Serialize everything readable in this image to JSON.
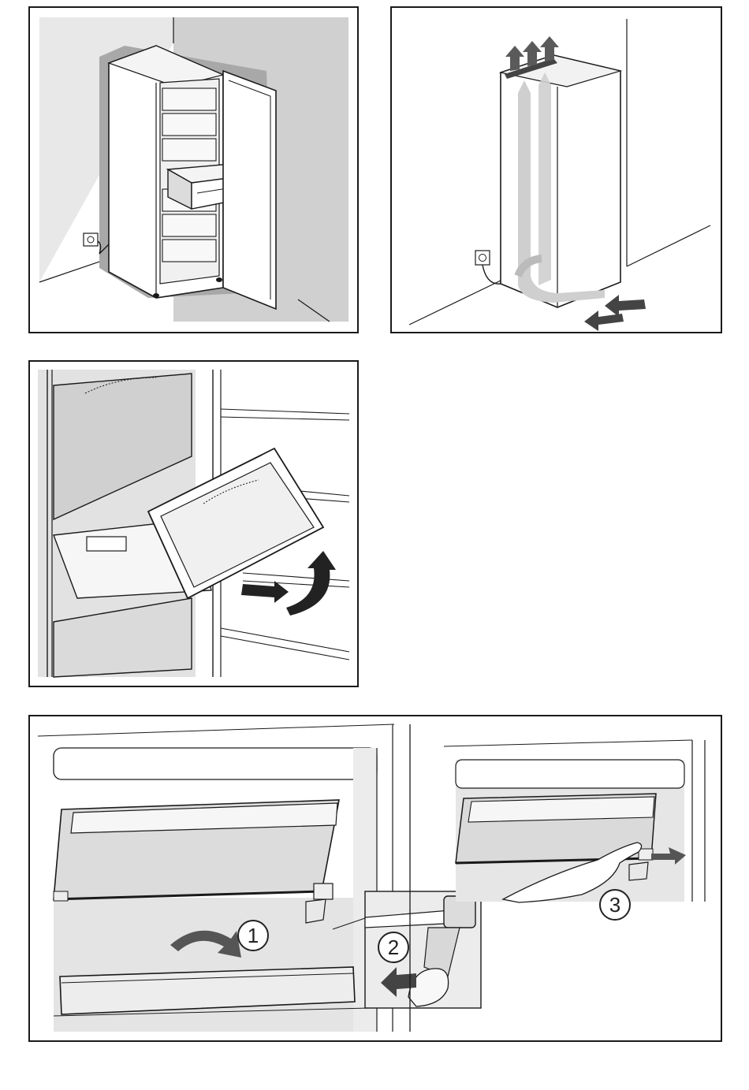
{
  "figures": {
    "placement": {
      "icons": [
        "freezer-icon",
        "open-door-icon",
        "drawer-icon",
        "power-socket-icon"
      ]
    },
    "ventilation": {
      "icons": [
        "air-flow-arrow-icon",
        "power-socket-icon"
      ]
    },
    "drawer_removal": {
      "icons": [
        "drawer-icon",
        "pull-out-arrow-icon",
        "lift-arrow-icon"
      ]
    },
    "flap_removal": {
      "step_labels": [
        "1",
        "2",
        "3"
      ],
      "icons": [
        "flap-icon",
        "hinge-icon",
        "hand-icon",
        "rotate-arrow-icon",
        "push-arrow-icon"
      ]
    }
  },
  "colors": {
    "line": "#1a1a1a",
    "grey_light": "#e6e6e6",
    "grey_mid": "#c4c4c4",
    "arrow": "#555555"
  }
}
